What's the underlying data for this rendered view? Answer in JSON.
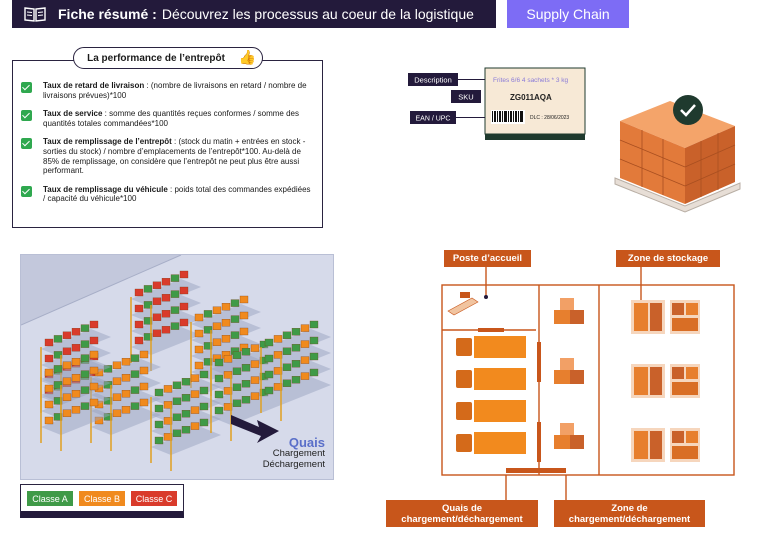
{
  "header": {
    "title_bold": "Fiche résumé :",
    "title_rest": "Découvrez les processus au coeur de la logistique",
    "tag": "Supply Chain"
  },
  "performance": {
    "title": "La performance de l’entrepôt",
    "items": [
      {
        "bold": "Taux de retard de livraison",
        "text": " : (nombre de livraisons en retard / nombre de livraisons prévues)*100"
      },
      {
        "bold": "Taux de service",
        "text": " : somme des quantités reçues conformes / somme des quantités totales commandées*100"
      },
      {
        "bold": "Taux de remplissage de l’entrepôt",
        "text": " : (stock du matin + entrées en stock - sorties du stock) / nombre d’emplacements de l’entrepôt*100. Au-delà de 85% de remplissage, on considère que l’entrepôt ne peut plus être aussi performant."
      },
      {
        "bold": "Taux de remplissage du véhicule",
        "text": " : poids total des commandes expédiées / capacité du véhicule*100"
      }
    ]
  },
  "label": {
    "description_tag": "Description",
    "sku_tag": "SKU",
    "ean_tag": "EAN / UPC",
    "description_value": "Frites 6/6 4 sachets * 3 kg",
    "sku_value": "ZG011AQA",
    "dlc": "DLC : 28/06/2023"
  },
  "warehouse": {
    "quais": "Quais",
    "line1": "Chargement",
    "line2": "Déchargement",
    "legend": [
      {
        "label": "Classe A",
        "color": "#3f9a47"
      },
      {
        "label": "Classe B",
        "color": "#f08a1e"
      },
      {
        "label": "Classe C",
        "color": "#d93b2b"
      }
    ]
  },
  "plan": {
    "accueil": "Poste d’accueil",
    "stockage": "Zone de stockage",
    "quais_title": "Quais de chargement/déchargement",
    "zone_title": "Zone de chargement/déchargement",
    "accent": "#c8561b"
  }
}
